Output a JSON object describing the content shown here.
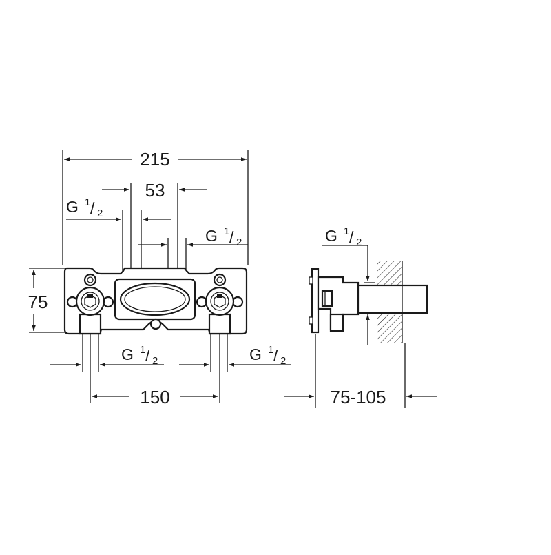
{
  "dimensions": {
    "overall_width": "215",
    "center_gap": "53",
    "height": "75",
    "port_spacing": "150",
    "wall_depth": "75-105"
  },
  "thread_labels": {
    "prefix": "G",
    "numerator": "1",
    "slash": "/",
    "denominator": "2"
  },
  "colors": {
    "line": "#1a1a1a",
    "background": "#ffffff"
  }
}
